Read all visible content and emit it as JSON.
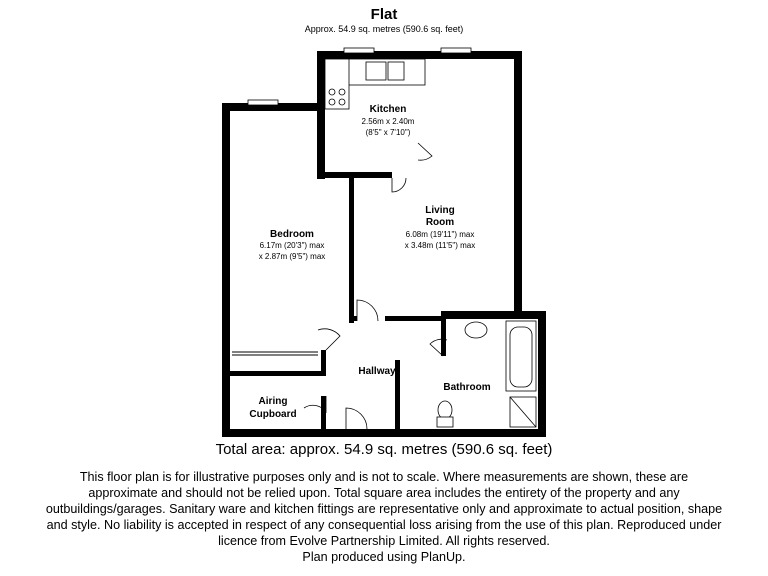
{
  "header": {
    "title": "Flat",
    "subtitle": "Approx. 54.9 sq. metres (590.6 sq. feet)"
  },
  "rooms": {
    "kitchen": {
      "name": "Kitchen",
      "dim1": "2.56m x 2.40m",
      "dim2": "(8'5\" x 7'10\")"
    },
    "living": {
      "name1": "Living",
      "name2": "Room",
      "dim1": "6.08m (19'11\") max",
      "dim2": "x 3.48m (11'5\") max"
    },
    "bedroom": {
      "name": "Bedroom",
      "dim1": "6.17m (20'3\") max",
      "dim2": "x 2.87m (9'5\") max"
    },
    "hallway": {
      "name": "Hallway"
    },
    "bathroom": {
      "name": "Bathroom"
    },
    "airing": {
      "name1": "Airing",
      "name2": "Cupboard"
    }
  },
  "footer": {
    "total": "Total area: approx. 54.9 sq. metres (590.6 sq. feet)",
    "disclaimer": [
      "This floor plan is for illustrative purposes only and is not to scale.  Where measurements are shown, these are",
      "approximate and should not be relied upon. Total square area includes the entirety of the property and any",
      "outbuildings/garages. Sanitary ware and kitchen fittings are representative only and approximate to actual position, shape",
      "and style.  No liability is accepted in respect of any consequential loss arising from the use of this plan. Reproduced under",
      "licence from Evolve Partnership Limited. All rights reserved.",
      "Plan produced using PlanUp."
    ]
  }
}
